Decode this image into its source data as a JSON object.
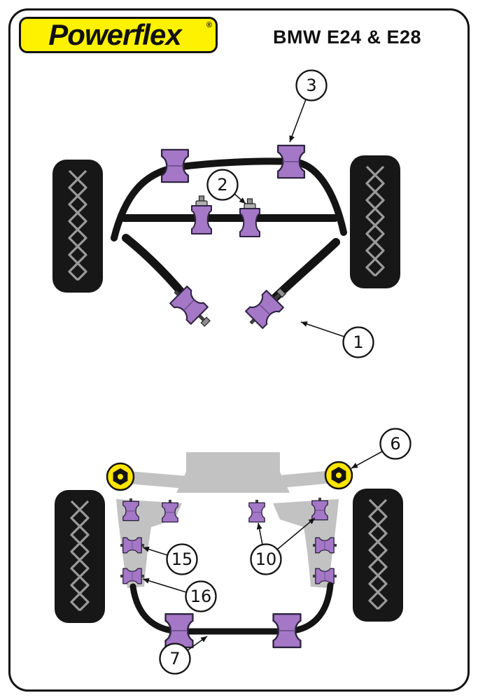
{
  "header": {
    "logo_text": "Powerflex",
    "logo_reg": "®",
    "title": "BMW E24 & E28"
  },
  "callouts": [
    {
      "label": "1"
    },
    {
      "label": "2"
    },
    {
      "label": "3"
    },
    {
      "label": "6"
    },
    {
      "label": "7"
    },
    {
      "label": "10"
    },
    {
      "label": "15"
    },
    {
      "label": "16"
    }
  ],
  "colors": {
    "bushing_purple": "#a577c7",
    "bushing_yellow": "#ffe500",
    "logo_yellow": "#fff200",
    "subframe_gray": "#c2c2c2",
    "line_black": "#141414"
  }
}
